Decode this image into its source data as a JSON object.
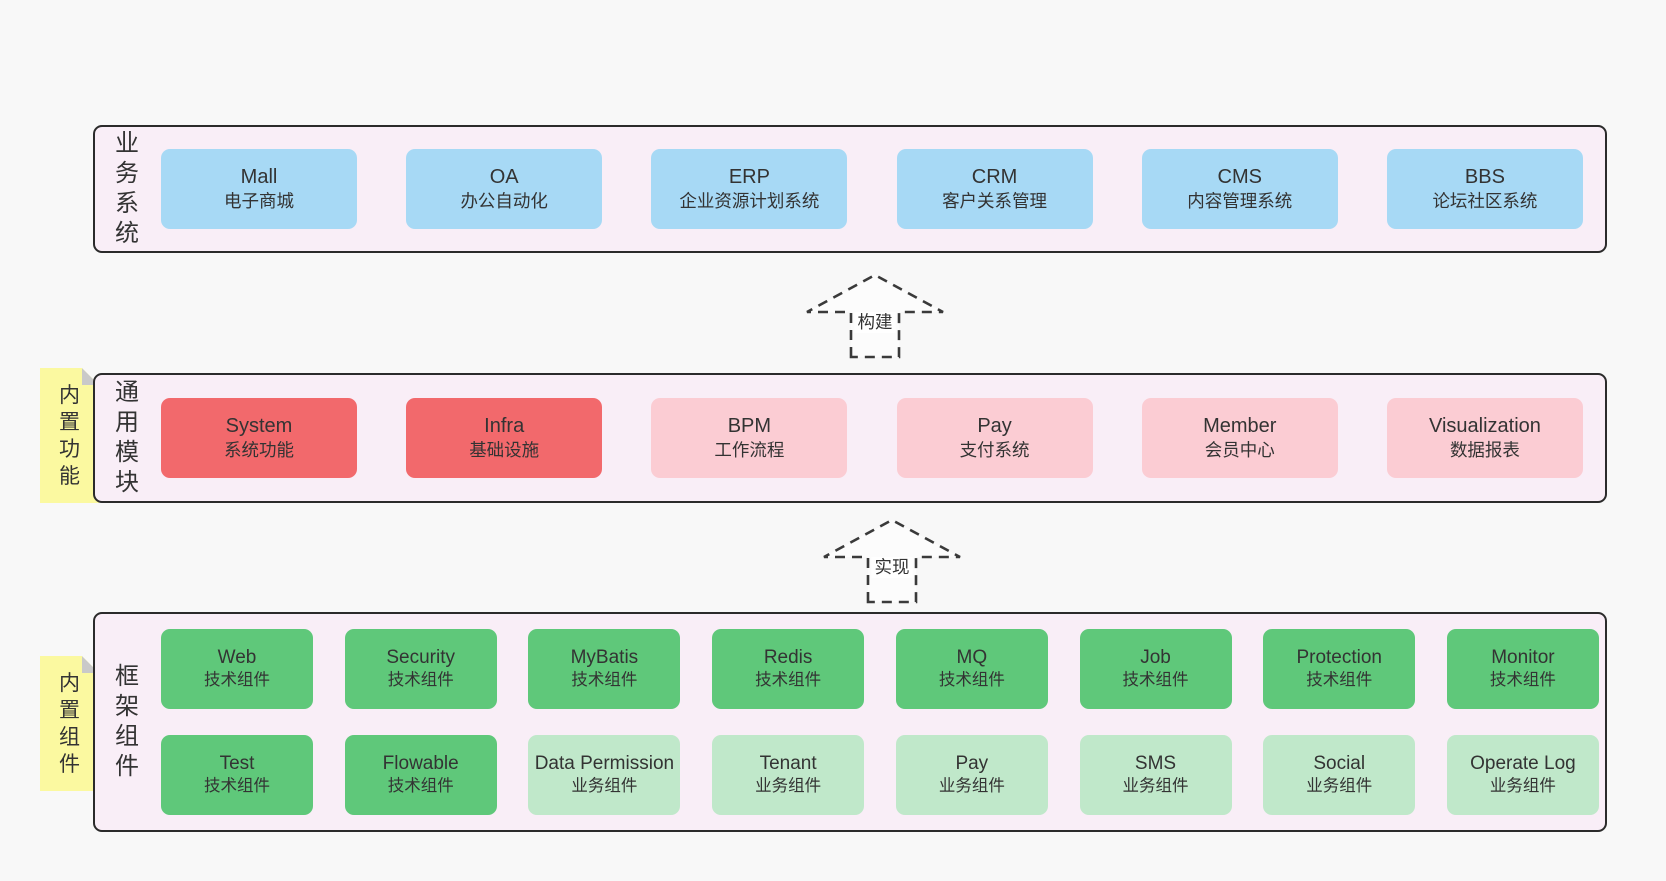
{
  "page": {
    "background": "#f8f8f8"
  },
  "colors": {
    "page_bg": "#f8f8f8",
    "container_fill": "#f9eef7",
    "container_border": "#2b2b2b",
    "blue": "#a7d9f5",
    "red": "#f2696c",
    "pink": "#fbccd3",
    "green": "#5fc87a",
    "light_green": "#c0e8ca",
    "sticky_yellow": "#fbf9a0",
    "sticky_fold": "#c9c9c9",
    "text": "#333333"
  },
  "arrows": [
    {
      "label": "构建"
    },
    {
      "label": "实现"
    }
  ],
  "layers": [
    {
      "label": "业务系统",
      "sticky": null,
      "rows": [
        [
          {
            "name": "Mall",
            "desc": "电子商城",
            "variant": "blue"
          },
          {
            "name": "OA",
            "desc": "办公自动化",
            "variant": "blue"
          },
          {
            "name": "ERP",
            "desc": "企业资源计划系统",
            "variant": "blue"
          },
          {
            "name": "CRM",
            "desc": "客户关系管理",
            "variant": "blue"
          },
          {
            "name": "CMS",
            "desc": "内容管理系统",
            "variant": "blue"
          },
          {
            "name": "BBS",
            "desc": "论坛社区系统",
            "variant": "blue"
          }
        ]
      ]
    },
    {
      "label": "通用模块",
      "sticky": "内置功能",
      "rows": [
        [
          {
            "name": "System",
            "desc": "系统功能",
            "variant": "red"
          },
          {
            "name": "Infra",
            "desc": "基础设施",
            "variant": "red"
          },
          {
            "name": "BPM",
            "desc": "工作流程",
            "variant": "pink"
          },
          {
            "name": "Pay",
            "desc": "支付系统",
            "variant": "pink"
          },
          {
            "name": "Member",
            "desc": "会员中心",
            "variant": "pink"
          },
          {
            "name": "Visualization",
            "desc": "数据报表",
            "variant": "pink"
          }
        ]
      ]
    },
    {
      "label": "框架组件",
      "sticky": "内置组件",
      "rows": [
        [
          {
            "name": "Web",
            "desc": "技术组件",
            "variant": "green"
          },
          {
            "name": "Security",
            "desc": "技术组件",
            "variant": "green"
          },
          {
            "name": "MyBatis",
            "desc": "技术组件",
            "variant": "green"
          },
          {
            "name": "Redis",
            "desc": "技术组件",
            "variant": "green"
          },
          {
            "name": "MQ",
            "desc": "技术组件",
            "variant": "green"
          },
          {
            "name": "Job",
            "desc": "技术组件",
            "variant": "green"
          },
          {
            "name": "Protection",
            "desc": "技术组件",
            "variant": "green"
          },
          {
            "name": "Monitor",
            "desc": "技术组件",
            "variant": "green"
          }
        ],
        [
          {
            "name": "Test",
            "desc": "技术组件",
            "variant": "green"
          },
          {
            "name": "Flowable",
            "desc": "技术组件",
            "variant": "green"
          },
          {
            "name": "Data Permission",
            "desc": "业务组件",
            "variant": "lightgreen"
          },
          {
            "name": "Tenant",
            "desc": "业务组件",
            "variant": "lightgreen"
          },
          {
            "name": "Pay",
            "desc": "业务组件",
            "variant": "lightgreen"
          },
          {
            "name": "SMS",
            "desc": "业务组件",
            "variant": "lightgreen"
          },
          {
            "name": "Social",
            "desc": "业务组件",
            "variant": "lightgreen"
          },
          {
            "name": "Operate Log",
            "desc": "业务组件",
            "variant": "lightgreen"
          }
        ]
      ]
    }
  ]
}
